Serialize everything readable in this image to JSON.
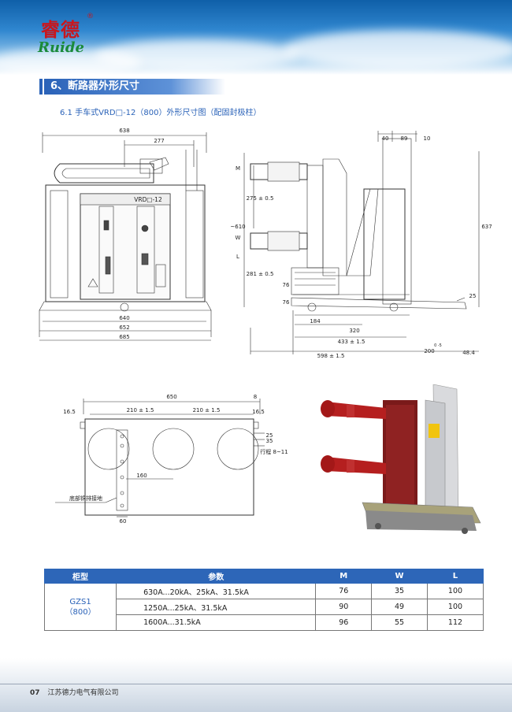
{
  "brand": {
    "name_cn": "睿德",
    "registered": "®",
    "name_en": "Ruide"
  },
  "section": {
    "title": "6、断路器外形尺寸",
    "subtitle": "6.1  手车式VRD□-12（800）外形尺寸图（配固封极柱）"
  },
  "front_view": {
    "panel_label": "VRD□-12",
    "dims": {
      "top": "638",
      "handle": "277",
      "w1": "640",
      "w2": "652",
      "w3": "685"
    }
  },
  "side_view": {
    "dims": {
      "top_a": "40",
      "top_b": "89",
      "top_c": "10",
      "h_total": "637",
      "h_side": "~610",
      "h_upper": "275 ± 0.5",
      "h_lower": "281 ± 0.5",
      "m_top": "M",
      "w_mid": "W",
      "l_mid": "L",
      "h76a": "76",
      "h76b": "76",
      "d184": "184",
      "d320": "320",
      "d433": "433 ± 1.5",
      "d598": "598 ± 1.5",
      "d200": "200",
      "d200_tol": "0 -5",
      "d48": "48.4",
      "d25": "25"
    }
  },
  "bottom_view": {
    "dims": {
      "total": "650",
      "right8": "8",
      "left165": "16.5",
      "right165": "16.5",
      "pitch1": "210 ± 1.5",
      "pitch2": "210 ± 1.5",
      "d160": "160",
      "d60": "60",
      "d25": "25",
      "d35": "35",
      "travel": "行程 8~11"
    },
    "ground_label": "底部铜排接地"
  },
  "spec_table": {
    "headers": [
      "柜型",
      "参数",
      "M",
      "W",
      "L"
    ],
    "model": "GZS1",
    "model_sub": "（800）",
    "rows": [
      {
        "param": "630A...20kA、25kA、31.5kA",
        "M": "76",
        "W": "35",
        "L": "100"
      },
      {
        "param": "1250A...25kA、31.5kA",
        "M": "90",
        "W": "49",
        "L": "100"
      },
      {
        "param": "1600A...31.5kA",
        "M": "96",
        "W": "55",
        "L": "112"
      }
    ]
  },
  "footer": {
    "page": "07",
    "company": "江苏德力电气有限公司"
  },
  "colors": {
    "accent": "#2a62b8",
    "brand_red": "#c8161d",
    "brand_green": "#1a8a3a",
    "header_blue": "#2f86cf"
  }
}
